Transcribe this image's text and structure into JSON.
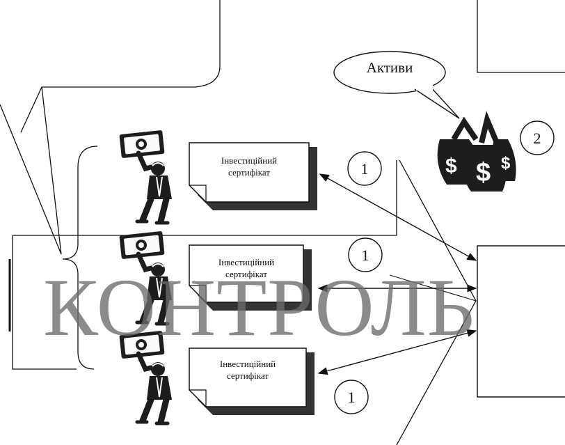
{
  "callout": {
    "label": "Активи"
  },
  "watermark": {
    "text": "КОНТРОЛЬ"
  },
  "certificates": [
    {
      "line1": "Інвестиційний",
      "line2": "сертифікат"
    },
    {
      "line1": "Інвестиційний",
      "line2": "сертифікат"
    },
    {
      "line1": "Інвестиційний",
      "line2": "сертифікат"
    }
  ],
  "markers": [
    "1",
    "1",
    "1",
    "2"
  ],
  "icons": {
    "investor": "investor-holding-money-icon",
    "assets": "money-bags-icon"
  }
}
